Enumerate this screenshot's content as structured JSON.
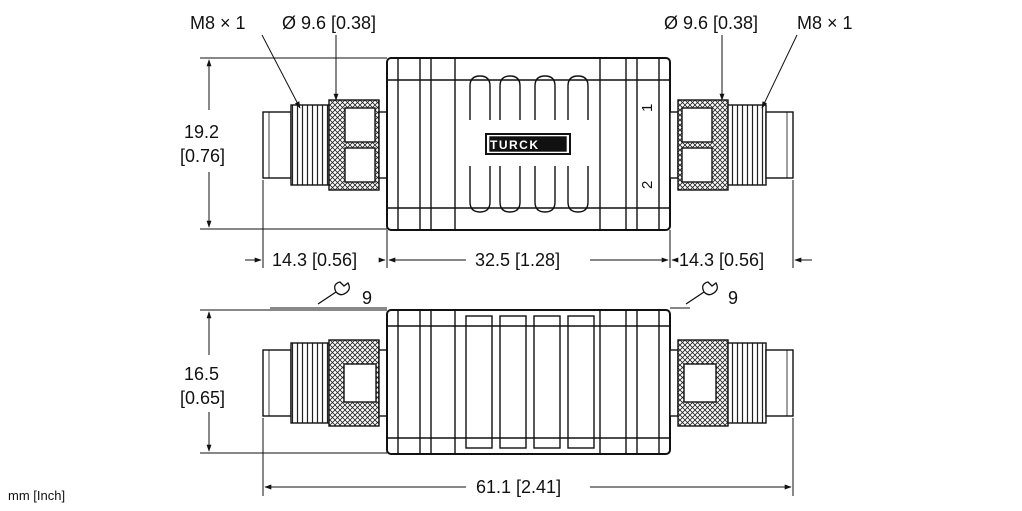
{
  "drawing": {
    "thread_left": "M8 × 1",
    "diameter_left": "Ø 9.6 [0.38]",
    "diameter_right": "Ø 9.6 [0.38]",
    "thread_right": "M8 × 1",
    "height_top_mm": "19.2",
    "height_top_in": "[0.76]",
    "height_bottom_mm": "16.5",
    "height_bottom_in": "[0.65]",
    "dim_left": "14.3 [0.56]",
    "dim_center": "32.5 [1.28]",
    "dim_right": "14.3 [0.56]",
    "dim_total": "61.1 [2.41]",
    "wrench_left": "9",
    "wrench_right": "9",
    "brand_logo": "TURCK",
    "port_1": "1",
    "port_2": "2",
    "units": "mm [Inch]"
  }
}
